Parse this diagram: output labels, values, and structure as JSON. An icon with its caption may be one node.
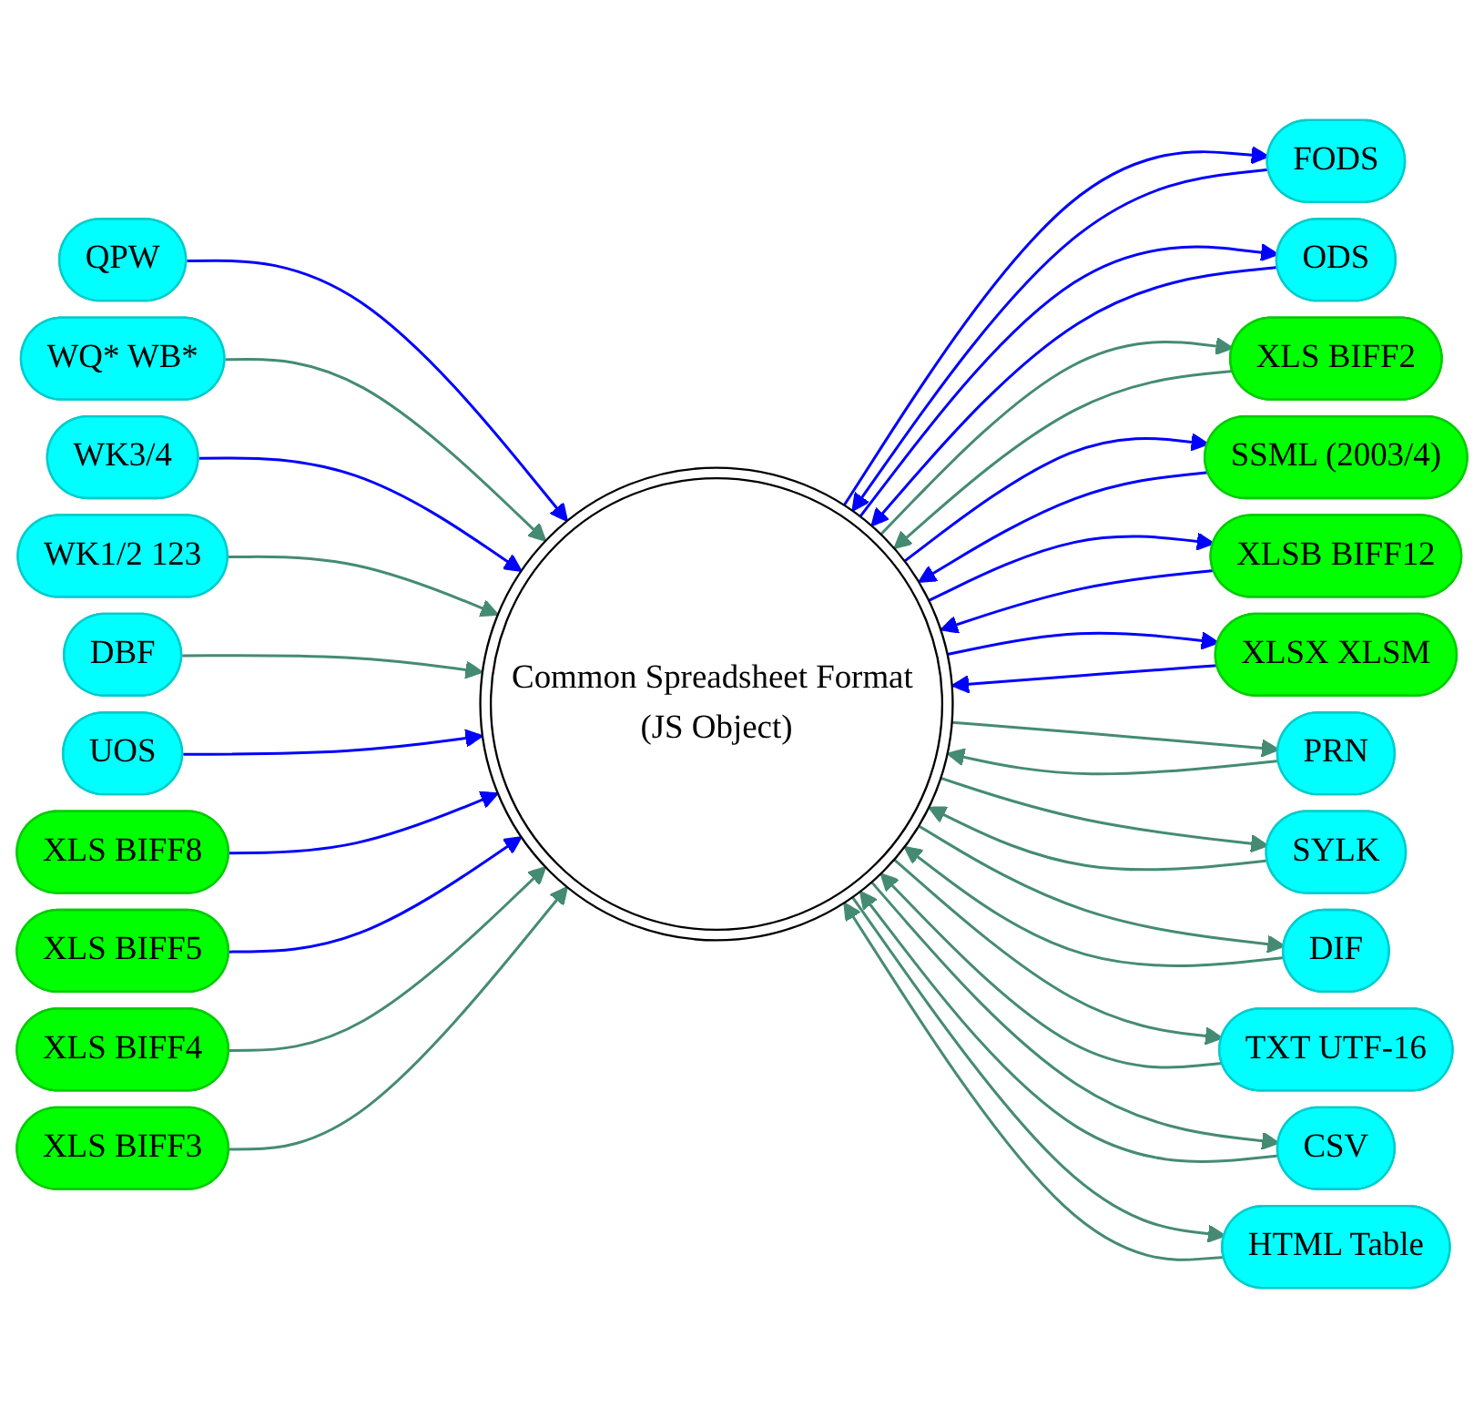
{
  "diagram": {
    "nodes": [
      {
        "text": [
          "Common Spreadsheet Format (JS Object)"
        ]
      },
      {
        "text": [
          "FODS"
        ]
      },
      {
        "text": [
          "ODS"
        ]
      },
      {
        "text": [
          "XLS BIFF2"
        ]
      },
      {
        "text": [
          "SSML (2003/4)"
        ]
      },
      {
        "text": [
          "XLSB BIFF12"
        ]
      },
      {
        "text": [
          "XLSX XLSM"
        ]
      },
      {
        "text": [
          "QPW"
        ]
      },
      {
        "text": [
          "WQ* WB*"
        ]
      },
      {
        "text": [
          "WK3/4"
        ]
      },
      {
        "text": [
          "WK1/2 123"
        ]
      },
      {
        "text": [
          "DBF"
        ]
      },
      {
        "text": [
          "UOS"
        ]
      },
      {
        "text": [
          "XLS BIFF8"
        ]
      },
      {
        "text": [
          "XLS BIFF5"
        ]
      },
      {
        "text": [
          "XLS BIFF4"
        ]
      },
      {
        "text": [
          "XLS BIFF3"
        ]
      },
      {
        "text": [
          "PRN"
        ]
      },
      {
        "text": [
          "SYLK"
        ]
      },
      {
        "text": [
          "DIF"
        ]
      },
      {
        "text": [
          "TXT UTF-16"
        ]
      },
      {
        "text": [
          "CSV"
        ]
      },
      {
        "text": [
          "HTML Table"
        ]
      }
    ],
    "edges": [
      {
        "from": 0,
        "to": 1,
        "arrow": "to",
        "color": "#0000ff"
      },
      {
        "from": 1,
        "to": 0,
        "arrow": "to",
        "color": "#0000ff"
      },
      {
        "from": 0,
        "to": 2,
        "arrow": "to",
        "color": "#0000ff"
      },
      {
        "from": 2,
        "to": 0,
        "arrow": "to",
        "color": "#0000ff"
      },
      {
        "from": 0,
        "to": 3,
        "arrow": "to"
      },
      {
        "from": 3,
        "to": 0,
        "arrow": "to"
      },
      {
        "from": 0,
        "to": 4,
        "arrow": "to",
        "color": "#0000ff"
      },
      {
        "from": 4,
        "to": 0,
        "arrow": "to",
        "color": "#0000ff"
      },
      {
        "from": 0,
        "to": 5,
        "arrow": "to",
        "color": "#0000ff"
      },
      {
        "from": 5,
        "to": 0,
        "arrow": "to",
        "color": "#0000ff"
      },
      {
        "from": 0,
        "to": 6,
        "arrow": "to",
        "color": "#0000ff"
      },
      {
        "from": 6,
        "to": 0,
        "arrow": "to",
        "color": "#0000ff"
      },
      {
        "from": 7,
        "to": 0,
        "arrow": "to",
        "color": "#0000ff"
      },
      {
        "from": 8,
        "to": 0,
        "arrow": "to"
      },
      {
        "from": 9,
        "to": 0,
        "arrow": "to",
        "color": "#0000ff"
      },
      {
        "from": 10,
        "to": 0,
        "arrow": "to"
      },
      {
        "from": 11,
        "to": 0,
        "arrow": "to"
      },
      {
        "from": 12,
        "to": 0,
        "arrow": "to",
        "color": "#0000ff"
      },
      {
        "from": 13,
        "to": 0,
        "arrow": "to",
        "color": "#0000ff"
      },
      {
        "from": 14,
        "to": 0,
        "arrow": "to",
        "color": "#0000ff"
      },
      {
        "from": 15,
        "to": 0,
        "arrow": "to"
      },
      {
        "from": 16,
        "to": 0,
        "arrow": "to"
      },
      {
        "from": 0,
        "to": 17,
        "arrow": "to"
      },
      {
        "from": 17,
        "to": 0,
        "arrow": "to"
      },
      {
        "from": 0,
        "to": 18,
        "arrow": "to"
      },
      {
        "from": 18,
        "to": 0,
        "arrow": "to"
      },
      {
        "from": 0,
        "to": 19,
        "arrow": "to"
      },
      {
        "from": 19,
        "to": 0,
        "arrow": "to"
      },
      {
        "from": 0,
        "to": 20,
        "arrow": "to"
      },
      {
        "from": 20,
        "to": 0,
        "arrow": "to"
      },
      {
        "from": 0,
        "to": 21,
        "arrow": "to"
      },
      {
        "from": 21,
        "to": 0,
        "arrow": "to"
      },
      {
        "from": 0,
        "to": 22,
        "arrow": "to"
      },
      {
        "from": 22,
        "to": 0,
        "arrow": "to"
      }
    ]
  }
}
